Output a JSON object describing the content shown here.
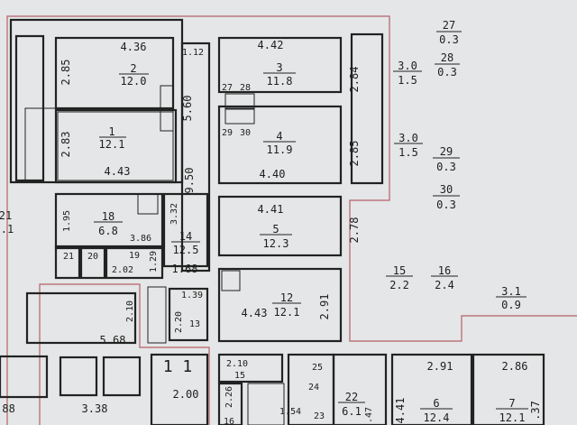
{
  "plan": {
    "rooms": [
      {
        "id": "2",
        "area": "12.0"
      },
      {
        "id": "1",
        "area": "12.1"
      },
      {
        "id": "3",
        "area": "11.8"
      },
      {
        "id": "4",
        "area": "11.9"
      },
      {
        "id": "5",
        "area": "12.3"
      },
      {
        "id": "18",
        "area": "6.8"
      },
      {
        "id": "14",
        "area": "12.5"
      },
      {
        "id": "19",
        "area": "2.02"
      },
      {
        "id": "12",
        "area": "12.1"
      },
      {
        "id": "15",
        "area": "2.2"
      },
      {
        "id": "16",
        "area": "2.4"
      },
      {
        "id": "3.1",
        "area": "0.9"
      },
      {
        "id": "3.0",
        "area": "1.5"
      },
      {
        "id": "3.0",
        "area": "1.5"
      },
      {
        "id": "27",
        "area": "0.3"
      },
      {
        "id": "28",
        "area": "0.3"
      },
      {
        "id": "29",
        "area": "0.3"
      },
      {
        "id": "30",
        "area": "0.3"
      },
      {
        "id": "6",
        "area": "12.4"
      },
      {
        "id": "7",
        "area": "12.1"
      },
      {
        "id": "22",
        "area": "6.1"
      },
      {
        "id": "21",
        "area": ".1"
      }
    ],
    "small_labels": [
      "27",
      "28",
      "29",
      "30",
      "21",
      "20",
      "13",
      "1 1",
      "25",
      "24",
      "23",
      "15",
      "16"
    ],
    "dimensions": [
      "4.36",
      "2.85",
      "2.83",
      "4.43",
      "1.12",
      "5.60",
      "9.50",
      "4.42",
      "2.84",
      "2.85",
      "4.40",
      "4.41",
      "2.78",
      "3.32",
      "1.95",
      "3.86",
      "1.29",
      "1.68",
      "1.39",
      "2.10",
      "5.68",
      "2.20",
      "4.43",
      "2.91",
      "2.10",
      "2.26",
      "1.54",
      "2.00",
      "3.38",
      ".88",
      "2.91",
      "2.86",
      "4.41",
      ".37",
      ".47"
    ]
  }
}
